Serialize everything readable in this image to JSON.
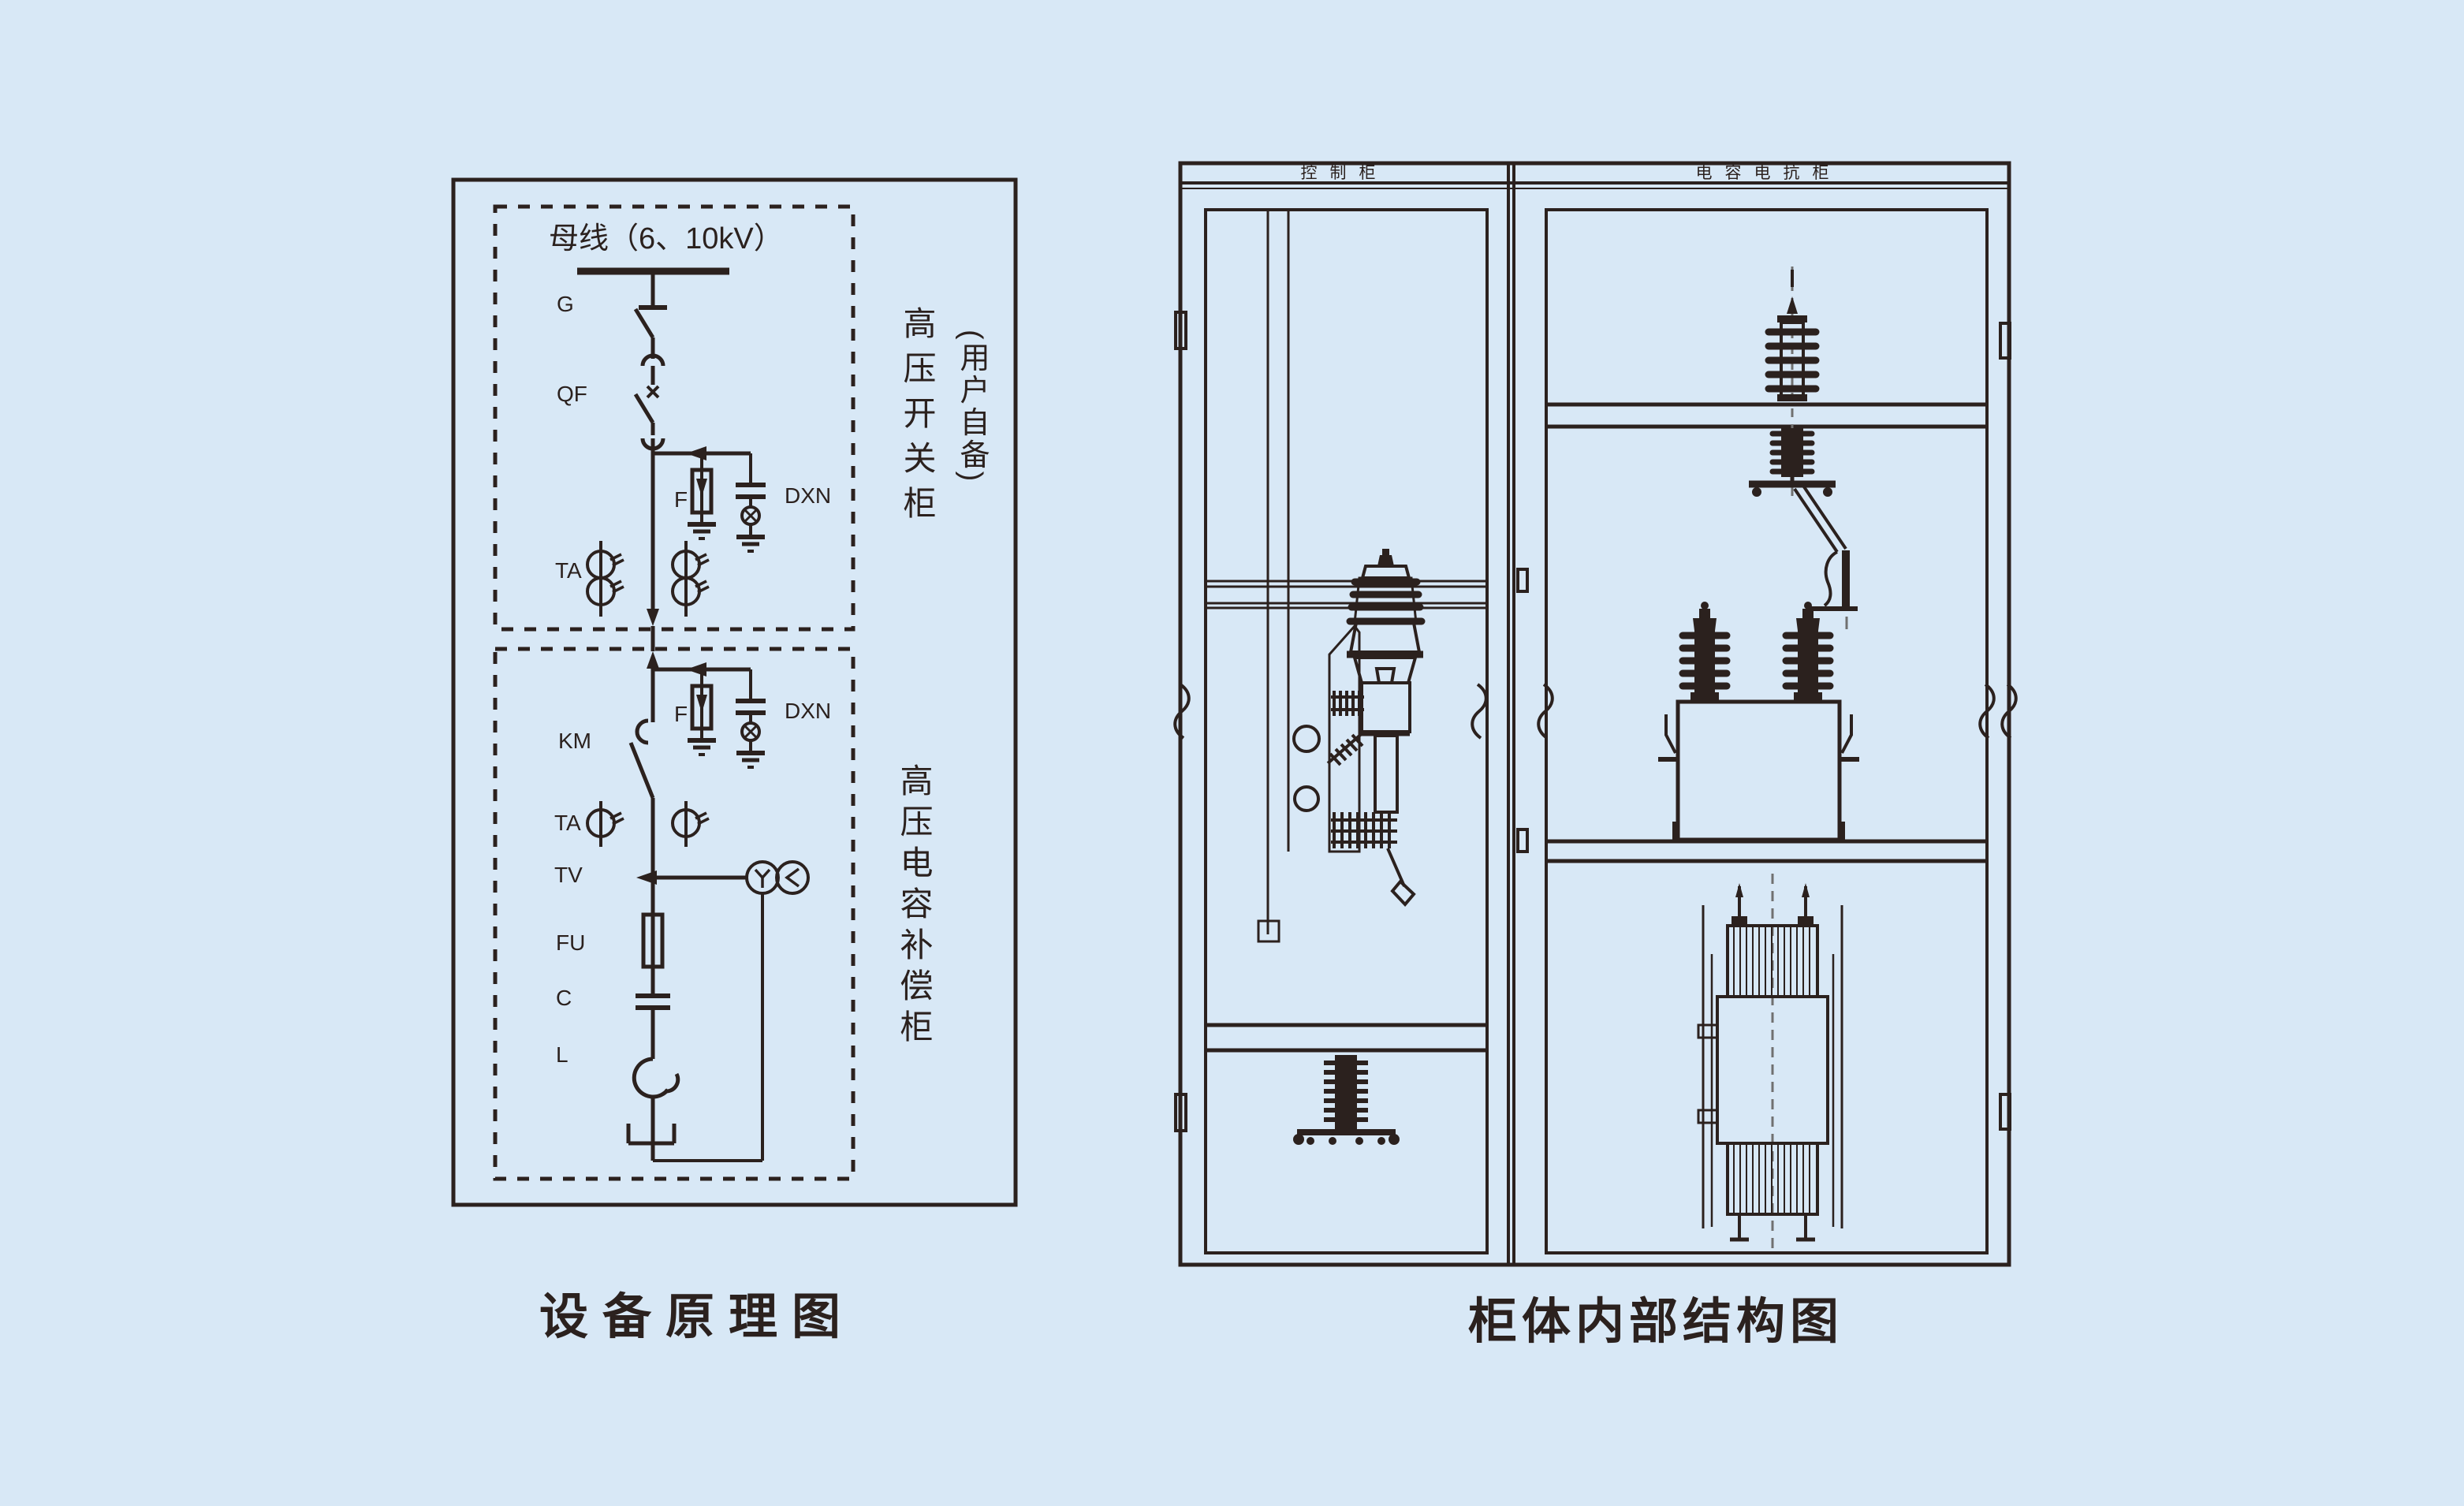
{
  "left_diagram": {
    "caption": "设备原理图",
    "bus_label": "母线（6、10kV）",
    "labels": {
      "g": "G",
      "qf": "QF",
      "f_upper": "F",
      "dxn_upper": "DXN",
      "ta_upper": "TA",
      "f_lower": "F",
      "dxn_lower": "DXN",
      "km": "KM",
      "ta_lower": "TA",
      "tv": "TV",
      "fu": "FU",
      "c": "C",
      "l": "L"
    },
    "side_labels": {
      "switchgear_cabinet": "高压开关柜",
      "user_supplied_note": "(用户自备)",
      "compensation_cabinet": "高压电容补偿柜"
    }
  },
  "right_diagram": {
    "caption": "柜体内部结构图",
    "cabinet_titles": {
      "control": "控制柜",
      "capacitor_reactor": "电容电抗柜"
    }
  },
  "colors": {
    "background": "#d8e8f6",
    "ink": "#2b211e",
    "centerline_gray": "#707070"
  }
}
